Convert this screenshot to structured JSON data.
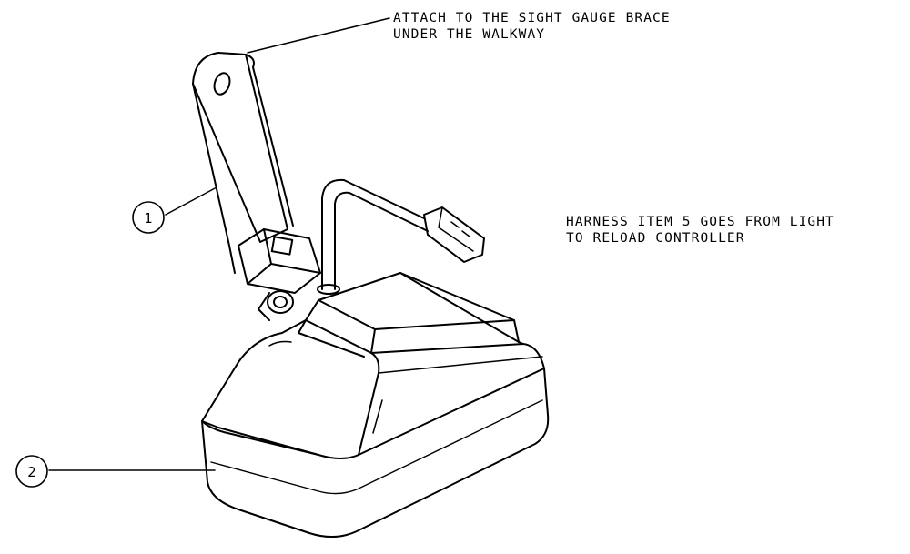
{
  "callouts": {
    "attach_line1": "ATTACH TO THE SIGHT GAUGE BRACE",
    "attach_line2": "UNDER THE WALKWAY",
    "harness_line1": "HARNESS ITEM 5 GOES FROM LIGHT",
    "harness_line2": "TO RELOAD CONTROLLER"
  },
  "balloons": {
    "item1": "1",
    "item2": "2"
  },
  "colors": {
    "line": "#000000",
    "background": "#ffffff"
  }
}
